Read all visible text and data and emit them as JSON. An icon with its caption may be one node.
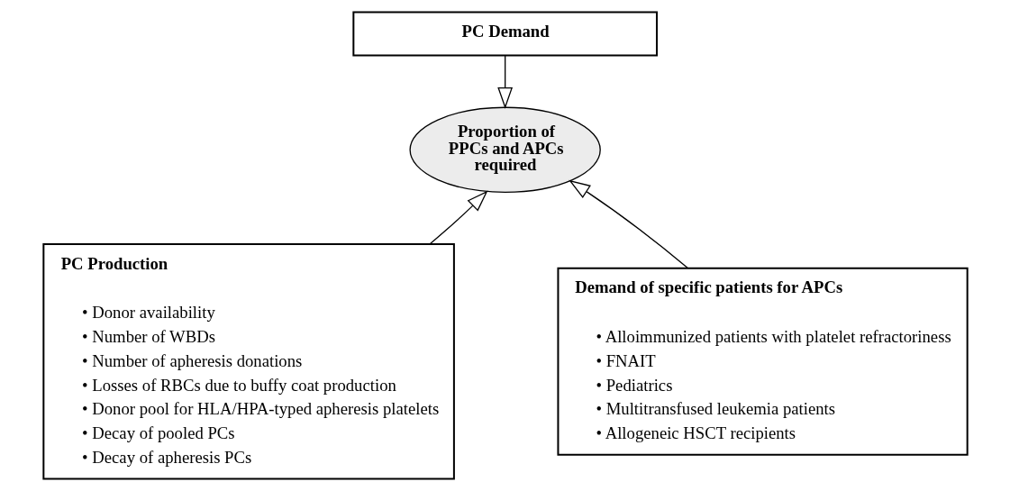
{
  "diagram": {
    "nodes": [
      {
        "text": [
          "PC Demand"
        ]
      },
      {
        "text": [
          "Proportion of PPCs and APCs required"
        ]
      },
      {
        "text": [
          "PC Production",
          "• Donor availability",
          "• Number of WBDs",
          "• Number of apheresis donations",
          "• Losses of RBCs due to buffy coat production",
          "• Donor pool for HLA/HPA-typed apheresis platelets",
          "• Decay of pooled PCs",
          "• Decay of apheresis PCs"
        ]
      },
      {
        "text": [
          "Demand of specific patients for APCs",
          "• Alloimmunized patients with platelet refractoriness",
          "• FNAIT",
          "• Pediatrics",
          "• Multitransfused leukemia patients",
          "• Allogeneic HSCT recipients"
        ]
      }
    ],
    "edges": [
      {
        "from": 0,
        "to": 1,
        "arrow": "to"
      },
      {
        "from": 2,
        "to": 1,
        "arrow": "to"
      },
      {
        "from": 3,
        "to": 1,
        "arrow": "to"
      }
    ]
  }
}
